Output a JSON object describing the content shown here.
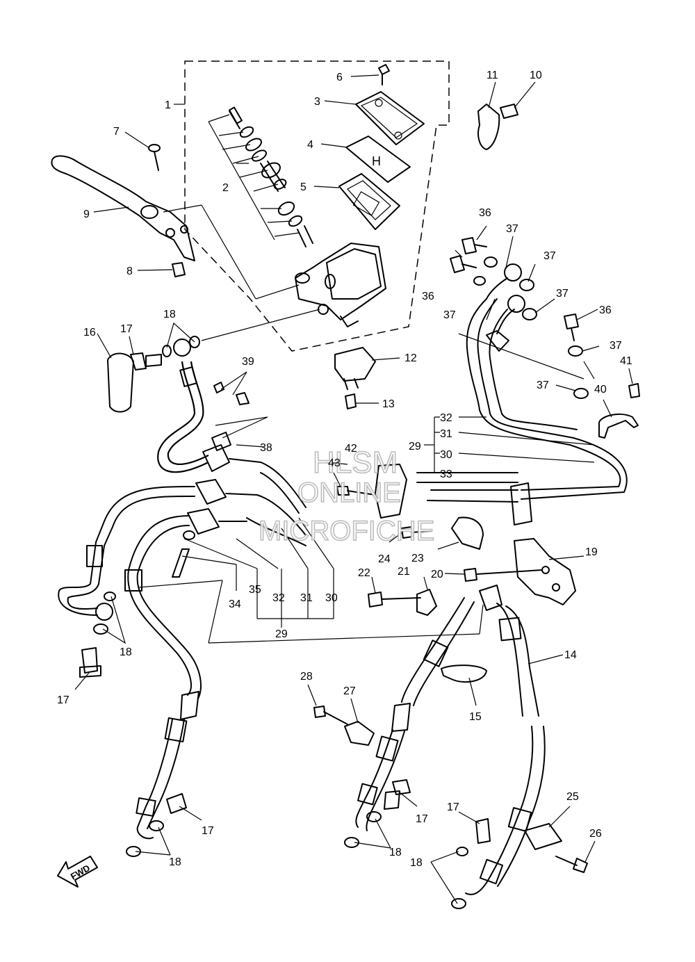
{
  "diagram": {
    "watermark": {
      "line1": "HLSM",
      "line2": "ONLINE",
      "line3": "MICROFICHE"
    },
    "fwd_badge": "FWD",
    "callouts": [
      {
        "id": "c1",
        "text": "1"
      },
      {
        "id": "c2",
        "text": "2"
      },
      {
        "id": "c3",
        "text": "3"
      },
      {
        "id": "c4",
        "text": "4"
      },
      {
        "id": "c5",
        "text": "5"
      },
      {
        "id": "c6",
        "text": "6"
      },
      {
        "id": "c7",
        "text": "7"
      },
      {
        "id": "c8",
        "text": "8"
      },
      {
        "id": "c9",
        "text": "9"
      },
      {
        "id": "c10",
        "text": "10"
      },
      {
        "id": "c11",
        "text": "11"
      },
      {
        "id": "c12",
        "text": "12"
      },
      {
        "id": "c13",
        "text": "13"
      },
      {
        "id": "c14",
        "text": "14"
      },
      {
        "id": "c15",
        "text": "15"
      },
      {
        "id": "c16",
        "text": "16"
      },
      {
        "id": "c17a",
        "text": "17"
      },
      {
        "id": "c17b",
        "text": "17"
      },
      {
        "id": "c17c",
        "text": "17"
      },
      {
        "id": "c17d",
        "text": "17"
      },
      {
        "id": "c17e",
        "text": "17"
      },
      {
        "id": "c18a",
        "text": "18"
      },
      {
        "id": "c18b",
        "text": "18"
      },
      {
        "id": "c18c",
        "text": "18"
      },
      {
        "id": "c18d",
        "text": "18"
      },
      {
        "id": "c18e",
        "text": "18"
      },
      {
        "id": "c19",
        "text": "19"
      },
      {
        "id": "c20",
        "text": "20"
      },
      {
        "id": "c21",
        "text": "21"
      },
      {
        "id": "c22",
        "text": "22"
      },
      {
        "id": "c23",
        "text": "23"
      },
      {
        "id": "c24",
        "text": "24"
      },
      {
        "id": "c25",
        "text": "25"
      },
      {
        "id": "c26",
        "text": "26"
      },
      {
        "id": "c27",
        "text": "27"
      },
      {
        "id": "c28",
        "text": "28"
      },
      {
        "id": "c29a",
        "text": "29"
      },
      {
        "id": "c29b",
        "text": "29"
      },
      {
        "id": "c30a",
        "text": "30"
      },
      {
        "id": "c30b",
        "text": "30"
      },
      {
        "id": "c31a",
        "text": "31"
      },
      {
        "id": "c31b",
        "text": "31"
      },
      {
        "id": "c32a",
        "text": "32"
      },
      {
        "id": "c32b",
        "text": "32"
      },
      {
        "id": "c33",
        "text": "33"
      },
      {
        "id": "c34",
        "text": "34"
      },
      {
        "id": "c35",
        "text": "35"
      },
      {
        "id": "c36a",
        "text": "36"
      },
      {
        "id": "c36b",
        "text": "36"
      },
      {
        "id": "c36c",
        "text": "36"
      },
      {
        "id": "c37a",
        "text": "37"
      },
      {
        "id": "c37b",
        "text": "37"
      },
      {
        "id": "c37c",
        "text": "37"
      },
      {
        "id": "c37d",
        "text": "37"
      },
      {
        "id": "c37e",
        "text": "37"
      },
      {
        "id": "c37f",
        "text": "37"
      },
      {
        "id": "c38",
        "text": "38"
      },
      {
        "id": "c39",
        "text": "39"
      },
      {
        "id": "c40",
        "text": "40"
      },
      {
        "id": "c41",
        "text": "41"
      },
      {
        "id": "c42",
        "text": "42"
      },
      {
        "id": "c43",
        "text": "43"
      }
    ]
  }
}
